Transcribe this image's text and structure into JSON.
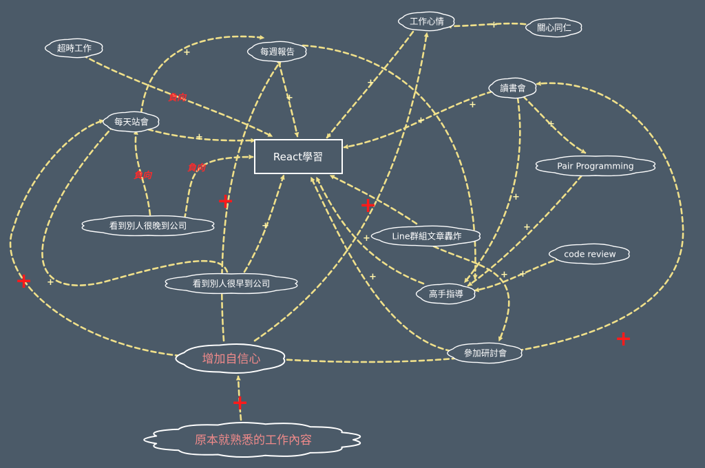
{
  "diagram": {
    "main": {
      "id": "react",
      "label": "React學習"
    },
    "nodes": [
      {
        "id": "overtime",
        "label": "超時工作",
        "big": false
      },
      {
        "id": "weekly",
        "label": "每週報告",
        "big": false
      },
      {
        "id": "mood",
        "label": "工作心情",
        "big": false
      },
      {
        "id": "care",
        "label": "關心同仁",
        "big": false
      },
      {
        "id": "reading",
        "label": "讀書會",
        "big": false
      },
      {
        "id": "standup",
        "label": "每天站會",
        "big": false
      },
      {
        "id": "pair",
        "label": "Pair Programming",
        "big": false
      },
      {
        "id": "late",
        "label": "看到別人很晚到公司",
        "big": false
      },
      {
        "id": "line",
        "label": "Line群組文章轟炸",
        "big": false
      },
      {
        "id": "codereview",
        "label": "code review",
        "big": false
      },
      {
        "id": "early",
        "label": "看到別人很早到公司",
        "big": false
      },
      {
        "id": "expert",
        "label": "高手指導",
        "big": false
      },
      {
        "id": "seminar",
        "label": "參加研討會",
        "big": false
      },
      {
        "id": "confidence",
        "label": "增加自信心",
        "big": true
      },
      {
        "id": "familiar",
        "label": "原本就熟悉的工作內容",
        "big": true
      }
    ],
    "edges": [
      {
        "id": "overtime-react",
        "from": "overtime",
        "to": "react",
        "sign": "負向"
      },
      {
        "id": "standup-weekly",
        "from": "standup",
        "to": "weekly",
        "sign": "+"
      },
      {
        "id": "weekly-react",
        "from": "weekly",
        "to": "react",
        "sign": "+"
      },
      {
        "id": "weekly-expert",
        "from": "weekly",
        "to": "expert",
        "sign": "+"
      },
      {
        "id": "care-mood",
        "from": "care",
        "to": "mood",
        "sign": "+"
      },
      {
        "id": "mood-react",
        "from": "mood",
        "to": "react",
        "sign": "+"
      },
      {
        "id": "standup-react",
        "from": "standup",
        "to": "react",
        "sign": "+"
      },
      {
        "id": "reading-react",
        "from": "reading",
        "to": "react",
        "sign": "+"
      },
      {
        "id": "reading-pair",
        "from": "reading",
        "to": "pair",
        "sign": "+"
      },
      {
        "id": "reading-expert",
        "from": "reading",
        "to": "expert",
        "sign": "+"
      },
      {
        "id": "late-standup",
        "from": "late",
        "to": "standup",
        "sign": "負向"
      },
      {
        "id": "late-react",
        "from": "late",
        "to": "react",
        "sign": "負向"
      },
      {
        "id": "early-react",
        "from": "early",
        "to": "react",
        "sign": "+"
      },
      {
        "id": "early-standup",
        "from": "early",
        "to": "standup",
        "sign": "+"
      },
      {
        "id": "line-react",
        "from": "line",
        "to": "react",
        "sign": ""
      },
      {
        "id": "line-seminar",
        "from": "line",
        "to": "seminar",
        "sign": ""
      },
      {
        "id": "expert-react",
        "from": "expert",
        "to": "react",
        "sign": "+"
      },
      {
        "id": "seminar-react",
        "from": "seminar",
        "to": "react",
        "sign": "+"
      },
      {
        "id": "pair-expert",
        "from": "pair",
        "to": "expert",
        "sign": "+"
      },
      {
        "id": "codereview-expert",
        "from": "codereview",
        "to": "expert",
        "sign": "+"
      },
      {
        "id": "confidence-standup",
        "from": "confidence",
        "to": "standup",
        "sign": "+"
      },
      {
        "id": "confidence-weekly",
        "from": "confidence",
        "to": "weekly",
        "sign": "+"
      },
      {
        "id": "confidence-mood",
        "from": "confidence",
        "to": "mood",
        "sign": "+"
      },
      {
        "id": "confidence-reading",
        "from": "confidence",
        "to": "reading",
        "sign": "+"
      },
      {
        "id": "familiar-confidence",
        "from": "familiar",
        "to": "confidence",
        "sign": "+"
      }
    ],
    "colors": {
      "background": "#4b5a68",
      "edge": "#f0e08a",
      "outline": "#ffffff",
      "positive_big": "#ff1a1a",
      "negative": "#ff2a2a",
      "highlight_text": "#f08a8a"
    }
  }
}
